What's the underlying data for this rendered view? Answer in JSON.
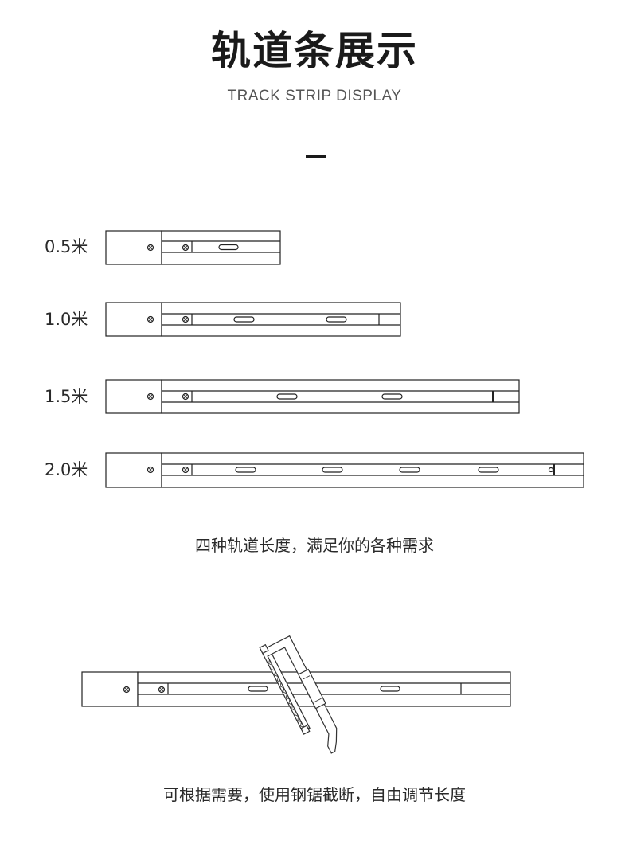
{
  "header": {
    "title": "轨道条展示",
    "subtitle": "TRACK STRIP DISPLAY"
  },
  "tracks": [
    {
      "label": "0.5米"
    },
    {
      "label": "1.0米"
    },
    {
      "label": "1.5米"
    },
    {
      "label": "2.0米"
    }
  ],
  "captions": {
    "lengths": "四种轨道长度，满足你的各种需求",
    "cutting": "可根据需要，使用钢锯截断，自由调节长度"
  }
}
